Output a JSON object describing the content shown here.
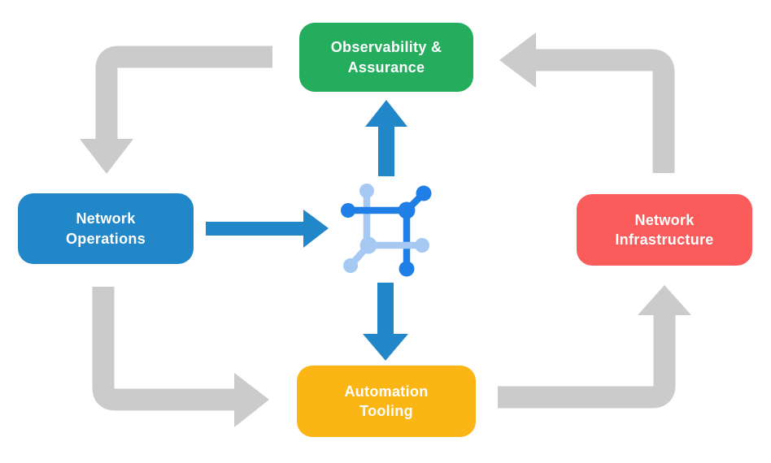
{
  "colors": {
    "node_green": "#23AD5C",
    "node_blue": "#2187C8",
    "node_red": "#FA5B5B",
    "node_yellow": "#FBB615",
    "arrow_gray": "#CBCBCB",
    "arrow_blue": "#2187C8",
    "icon_light": "#A6C9F4",
    "icon_bright": "#1F7FE6",
    "text": "#FFFFFF"
  },
  "diagram": {
    "type": "cycle",
    "nodes": {
      "observability": {
        "line1": "Observability &",
        "line2": "Assurance"
      },
      "operations": {
        "line1": "Network",
        "line2": "Operations"
      },
      "infrastructure": {
        "line1": "Network",
        "line2": "Infrastructure"
      },
      "automation": {
        "line1": "Automation",
        "line2": "Tooling"
      }
    },
    "center_icon": "network-fabric-icon",
    "flows": [
      {
        "from": "observability",
        "to": "operations",
        "style": "gray-elbow"
      },
      {
        "from": "operations",
        "to": "automation",
        "style": "gray-elbow"
      },
      {
        "from": "automation",
        "to": "infrastructure",
        "style": "gray-elbow"
      },
      {
        "from": "infrastructure",
        "to": "observability",
        "style": "gray-elbow"
      },
      {
        "from": "operations",
        "to": "center-icon",
        "style": "blue-straight"
      },
      {
        "from": "center-icon",
        "to": "observability",
        "style": "blue-straight"
      },
      {
        "from": "center-icon",
        "to": "automation",
        "style": "blue-straight"
      }
    ]
  }
}
